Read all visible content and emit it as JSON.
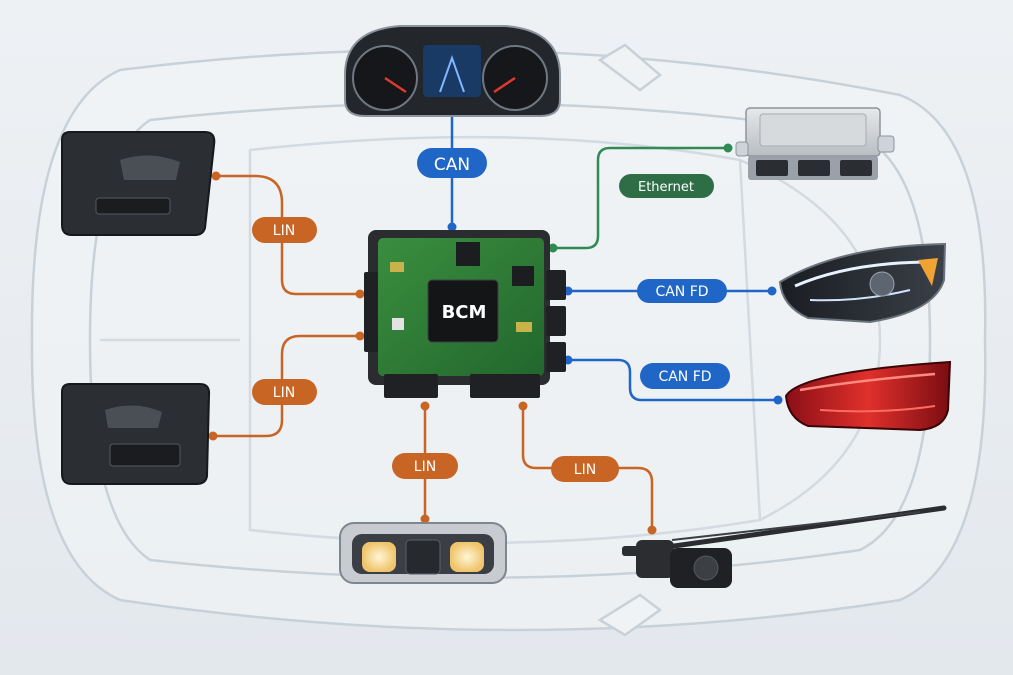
{
  "central": {
    "label": "BCM"
  },
  "links": [
    {
      "id": "cluster",
      "label": "CAN",
      "kind": "can"
    },
    {
      "id": "gateway",
      "label": "Ethernet",
      "kind": "ethernet"
    },
    {
      "id": "headlamp",
      "label": "CAN FD",
      "kind": "can"
    },
    {
      "id": "taillamp",
      "label": "CAN FD",
      "kind": "can"
    },
    {
      "id": "door_front",
      "label": "LIN",
      "kind": "lin"
    },
    {
      "id": "door_rear",
      "label": "LIN",
      "kind": "lin"
    },
    {
      "id": "dome_light",
      "label": "LIN",
      "kind": "lin"
    },
    {
      "id": "wiper",
      "label": "LIN",
      "kind": "lin"
    }
  ],
  "colors": {
    "can": "#1f66c7",
    "ethernet": "#2f8a53",
    "ethernet_badge": "#2e6e47",
    "lin": "#c96524",
    "pcb": "#2e7d38",
    "background": "#e9edf1"
  },
  "icons": {
    "cluster": "instrument-cluster-icon",
    "gateway": "gateway-ecu-icon",
    "headlamp": "headlamp-icon",
    "taillamp": "taillamp-icon",
    "door_front": "door-panel-icon",
    "door_rear": "door-panel-icon",
    "dome_light": "dome-light-icon",
    "wiper": "wiper-motor-icon"
  }
}
